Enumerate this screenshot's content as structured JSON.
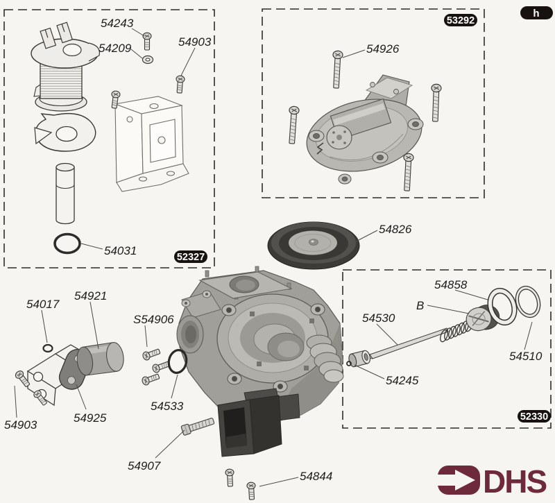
{
  "page": {
    "tab_badge": "h"
  },
  "badges": {
    "b52327": "52327",
    "b53292": "53292",
    "b52330": "52330"
  },
  "labels": {
    "p54243": "54243",
    "p54209": "54209",
    "p54903_top": "54903",
    "p54031": "54031",
    "p54926": "54926",
    "p54826": "54826",
    "p54858": "54858",
    "pB": "B",
    "p54530": "54530",
    "p54510": "54510",
    "p54245": "54245",
    "p54017": "54017",
    "p54921": "54921",
    "pS54906": "S54906",
    "p54903_left": "54903",
    "p54925": "54925",
    "p54533": "54533",
    "p54907": "54907",
    "p54844": "54844"
  },
  "logo": {
    "text": "DHS",
    "color": "#6e2a3a"
  },
  "colors": {
    "paper": "#f6f5f2",
    "badge_black": "#17120f",
    "line_art": "#2b2b28",
    "logo_maroon": "#6e2a3a",
    "diaphragm_dark": "#3d3b38",
    "casting_gray": "#a09f9a"
  }
}
